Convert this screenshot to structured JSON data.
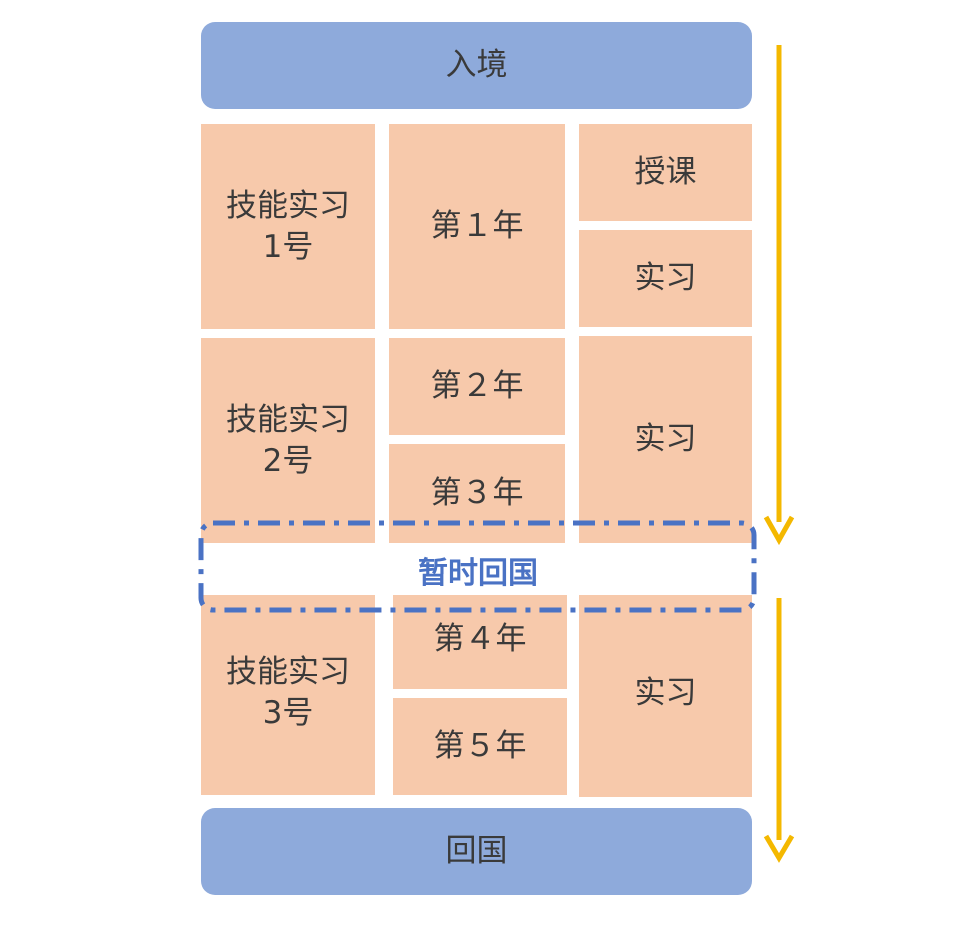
{
  "entry_label": "入境",
  "return_label": "回国",
  "technical_internship": {
    "level1": "技能实习\n1号",
    "level2": "技能实习\n2号",
    "level3": "技能实习\n3号"
  },
  "years": {
    "y1": "第１年",
    "y2": "第２年",
    "y3": "第３年",
    "y4": "第４年",
    "y5": "第５年"
  },
  "activities": {
    "lecture": "授课",
    "practice1": "实习",
    "practice2": "实习",
    "practice3": "实习"
  },
  "temporary_return": "暂时回国",
  "colors": {
    "stage_blue": "#8eaadb",
    "block_peach": "#f7c9ab",
    "arrow_yellow": "#f4b800",
    "dash_blue": "#4a72c4"
  }
}
